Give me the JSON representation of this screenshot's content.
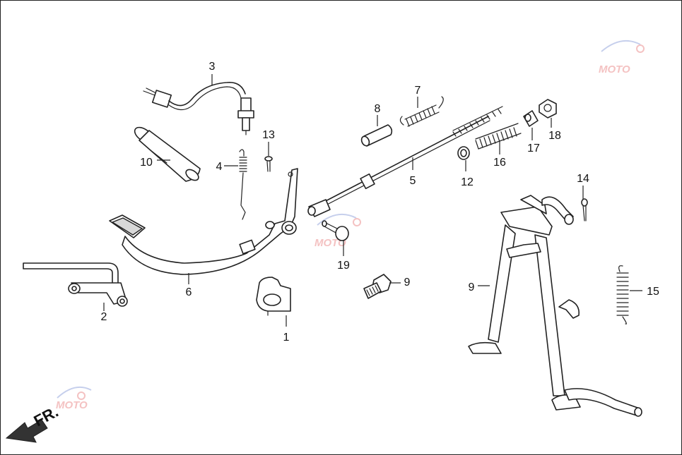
{
  "direction_label": "FR.",
  "watermark_text": "MOTO",
  "callouts": [
    "1",
    "2",
    "3",
    "4",
    "5",
    "6",
    "7",
    "8",
    "9",
    "9",
    "10",
    "12",
    "13",
    "14",
    "15",
    "16",
    "17",
    "18",
    "19"
  ],
  "colors": {
    "line": "#222222",
    "watermark": "#f2b3b3",
    "background": "#ffffff"
  },
  "icons": [
    "front-direction-arrow-icon",
    "moto-watermark-icon"
  ]
}
